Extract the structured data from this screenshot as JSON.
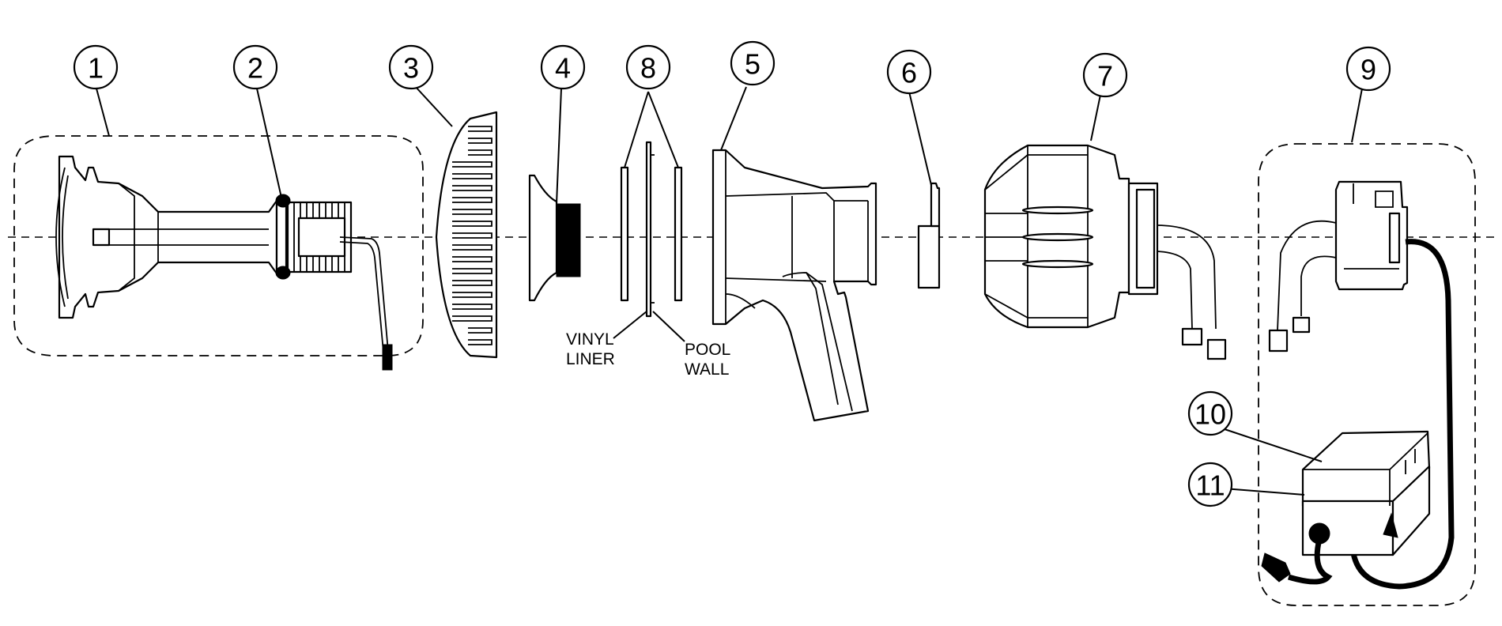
{
  "callouts": [
    "1",
    "2",
    "3",
    "4",
    "8",
    "5",
    "6",
    "7",
    "9",
    "10",
    "11"
  ],
  "labels": {
    "vinyl": "VINYL",
    "liner": "LINER",
    "pool": "POOL",
    "wall": "WALL"
  }
}
